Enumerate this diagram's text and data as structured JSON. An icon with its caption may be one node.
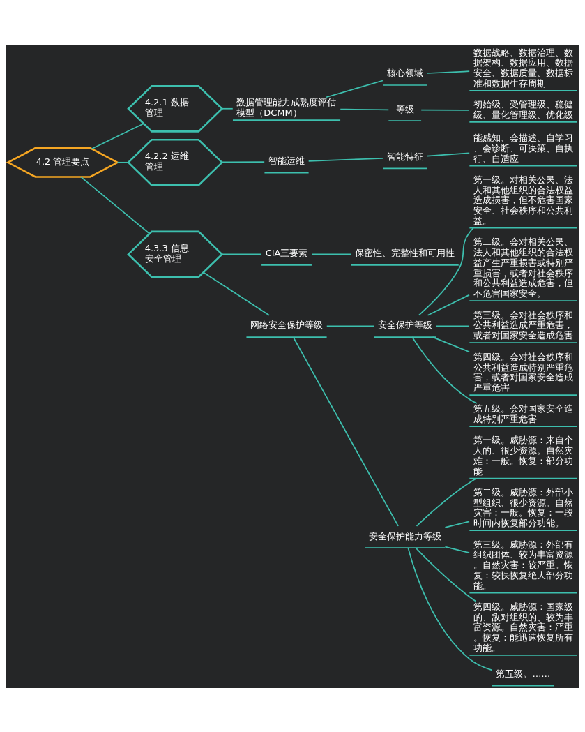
{
  "diagram": {
    "nodes": [
      {
        "text": [
          "4.2 管理要点"
        ]
      },
      {
        "text": [
          "4.2.1 数据管理"
        ]
      },
      {
        "text": [
          "数据管理能力成熟度评估模型（DCMM）"
        ]
      },
      {
        "text": [
          "核心领域"
        ]
      },
      {
        "text": [
          "数据战略、数据治理、数据架构、数据应用、数据安全、数据质量、数据标准和数据生存周期"
        ]
      },
      {
        "text": [
          "等级"
        ]
      },
      {
        "text": [
          "初始级、受管理级、稳健级、量化管理级、优化级"
        ]
      },
      {
        "text": [
          "4.2.2 运维管理"
        ]
      },
      {
        "text": [
          "智能运维"
        ]
      },
      {
        "text": [
          "智能特征"
        ]
      },
      {
        "text": [
          "能感知、会描述、自学习、会诊断、可决策、自执行、自适应"
        ]
      },
      {
        "text": [
          "4.3.3 信息安全管理"
        ]
      },
      {
        "text": [
          "CIA三要素"
        ]
      },
      {
        "text": [
          "保密性、完整性和可用性"
        ]
      },
      {
        "text": [
          "网络安全保护等级"
        ]
      },
      {
        "text": [
          "安全保护等级"
        ]
      },
      {
        "text": [
          "第一级。对相关公民、法人和其他组织的合法权益造成损害，但不危害国家安全、社会秩序和公共利益。"
        ]
      },
      {
        "text": [
          "第二级。会对相关公民、法人和其他组织的合法权益产生严重损害或特别严重损害，或者对社会秩序和公共利益造成危害，但不危害国家安全。"
        ]
      },
      {
        "text": [
          "第三级。会对社会秩序和公共利益造成严重危害，或者对国家安全造成危害"
        ]
      },
      {
        "text": [
          "第四级。会对社会秩序和公共利益造成特别严重危害，或者对国家安全造成严重危害"
        ]
      },
      {
        "text": [
          "第五级。会对国家安全造成特别严重危害"
        ]
      },
      {
        "text": [
          "安全保护能力等级"
        ]
      },
      {
        "text": [
          "第一级。威胁源：来自个人的、很少资源。自然灾难：一般。恢复：部分功能"
        ]
      },
      {
        "text": [
          "第二级。威胁源：外部小型组织、很少资源。自然灾害：一般。恢复：一段时间内恢复部分功能。"
        ]
      },
      {
        "text": [
          "第三级。威胁源：外部有组织团体、较为丰富资源。自然灾害：较严重。恢复：较快恢复绝大部分功能。"
        ]
      },
      {
        "text": [
          "第四级。威胁源：国家级的、敌对组织的、较为丰富资源。自然灾害：严重。恢复：能迅速恢复所有功能。"
        ]
      },
      {
        "text": [
          "第五级。……"
        ]
      }
    ],
    "edges": [
      {
        "from": 0,
        "to": 1,
        "arrow": "none"
      },
      {
        "from": 1,
        "to": 2,
        "arrow": "none"
      },
      {
        "from": 2,
        "to": 3,
        "arrow": "none"
      },
      {
        "from": 3,
        "to": 4,
        "arrow": "none"
      },
      {
        "from": 2,
        "to": 5,
        "arrow": "none"
      },
      {
        "from": 5,
        "to": 6,
        "arrow": "none"
      },
      {
        "from": 0,
        "to": 7,
        "arrow": "none"
      },
      {
        "from": 7,
        "to": 8,
        "arrow": "none"
      },
      {
        "from": 8,
        "to": 9,
        "arrow": "none"
      },
      {
        "from": 9,
        "to": 10,
        "arrow": "none"
      },
      {
        "from": 0,
        "to": 11,
        "arrow": "none"
      },
      {
        "from": 11,
        "to": 12,
        "arrow": "none"
      },
      {
        "from": 12,
        "to": 13,
        "arrow": "none"
      },
      {
        "from": 11,
        "to": 14,
        "arrow": "none"
      },
      {
        "from": 14,
        "to": 15,
        "arrow": "none"
      },
      {
        "from": 15,
        "to": 16,
        "arrow": "none"
      },
      {
        "from": 15,
        "to": 17,
        "arrow": "none"
      },
      {
        "from": 15,
        "to": 18,
        "arrow": "none"
      },
      {
        "from": 15,
        "to": 19,
        "arrow": "none"
      },
      {
        "from": 15,
        "to": 20,
        "arrow": "none"
      },
      {
        "from": 14,
        "to": 21,
        "arrow": "none"
      },
      {
        "from": 21,
        "to": 22,
        "arrow": "none"
      },
      {
        "from": 21,
        "to": 23,
        "arrow": "none"
      },
      {
        "from": 21,
        "to": 24,
        "arrow": "none"
      },
      {
        "from": 21,
        "to": 25,
        "arrow": "none"
      },
      {
        "from": 21,
        "to": 26,
        "arrow": "none"
      }
    ]
  }
}
